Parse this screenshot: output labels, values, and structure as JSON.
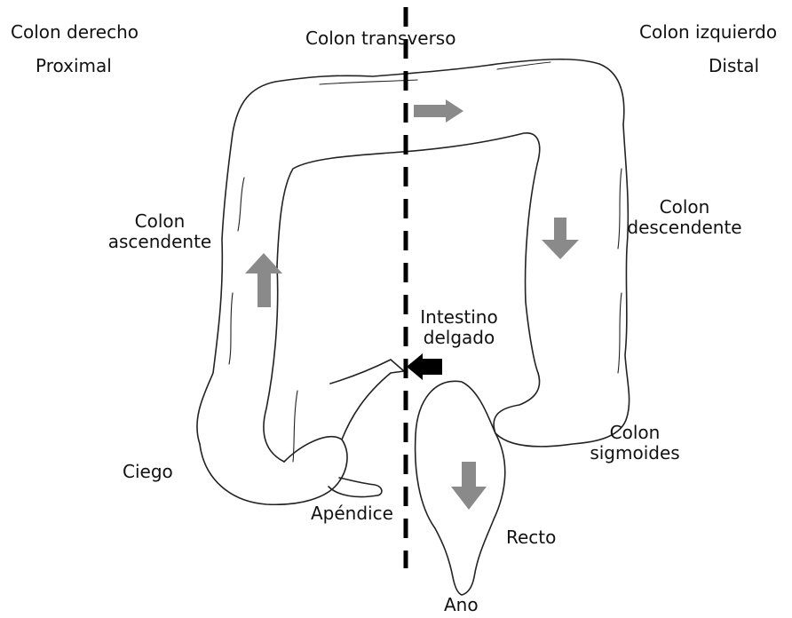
{
  "labels": {
    "right_colon": "Colon derecho",
    "proximal": "Proximal",
    "transverse_colon": "Colon transverso",
    "left_colon": "Colon izquierdo",
    "distal": "Distal",
    "ascending_1": "Colon",
    "ascending_2": "ascendente",
    "descending_1": "Colon",
    "descending_2": "descendente",
    "small_intestine_1": "Intestino",
    "small_intestine_2": "delgado",
    "sigmoid_1": "Colon",
    "sigmoid_2": "sigmoides",
    "cecum": "Ciego",
    "appendix": "Apéndice",
    "rectum": "Recto",
    "anus": "Ano"
  },
  "colors": {
    "outline": "#222222",
    "flow_arrow": "#8a8a8a",
    "entry_arrow": "#000000",
    "divider": "#000000"
  }
}
